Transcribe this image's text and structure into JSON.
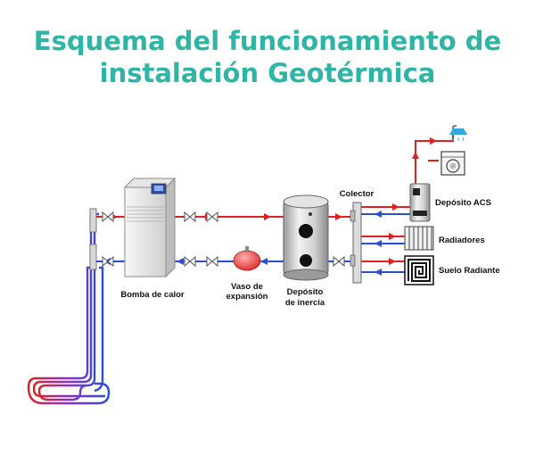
{
  "title": {
    "line1": "Esquema del funcionamiento de",
    "line2": "instalación Geotérmica"
  },
  "labels": {
    "heat_pump": "Bomba de calor",
    "expansion_line1": "Vaso de",
    "expansion_line2": "expansión",
    "inertia_line1": "Depósito",
    "inertia_line2": "de inercia",
    "collector": "Colector",
    "dhw_tank": "Depósito ACS",
    "radiators": "Radiadores",
    "floor_heating": "Suelo Radiante"
  },
  "icons": [
    "heat-pump-icon",
    "expansion-vessel-icon",
    "inertia-tank-icon",
    "collector-icon",
    "dhw-tank-icon",
    "radiator-icon",
    "floor-heating-icon",
    "shower-icon",
    "washing-machine-icon",
    "ground-loop-icon",
    "valve-icon"
  ],
  "colors": {
    "title": "#2fb5a5",
    "hot_pipe": "#e02020",
    "cold_pipe": "#2a4fd6"
  }
}
